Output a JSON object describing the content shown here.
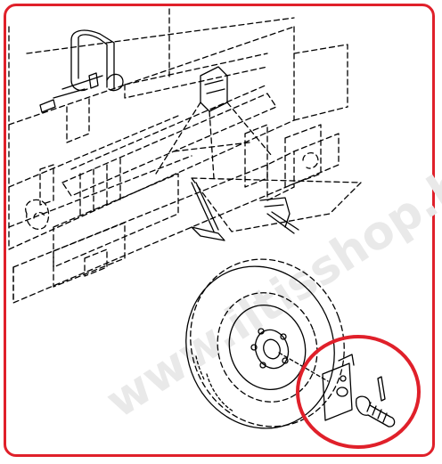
{
  "watermark": {
    "text": "www.iltisshop.be",
    "color": "#e6e6e6"
  },
  "colors": {
    "frame_border": "#e0202a",
    "callout_circle": "#e0202a",
    "line_art": "#000000",
    "background": "#ffffff"
  },
  "icons": {
    "frame": "rounded-rectangle-border",
    "callout": "red-circle-highlight"
  }
}
